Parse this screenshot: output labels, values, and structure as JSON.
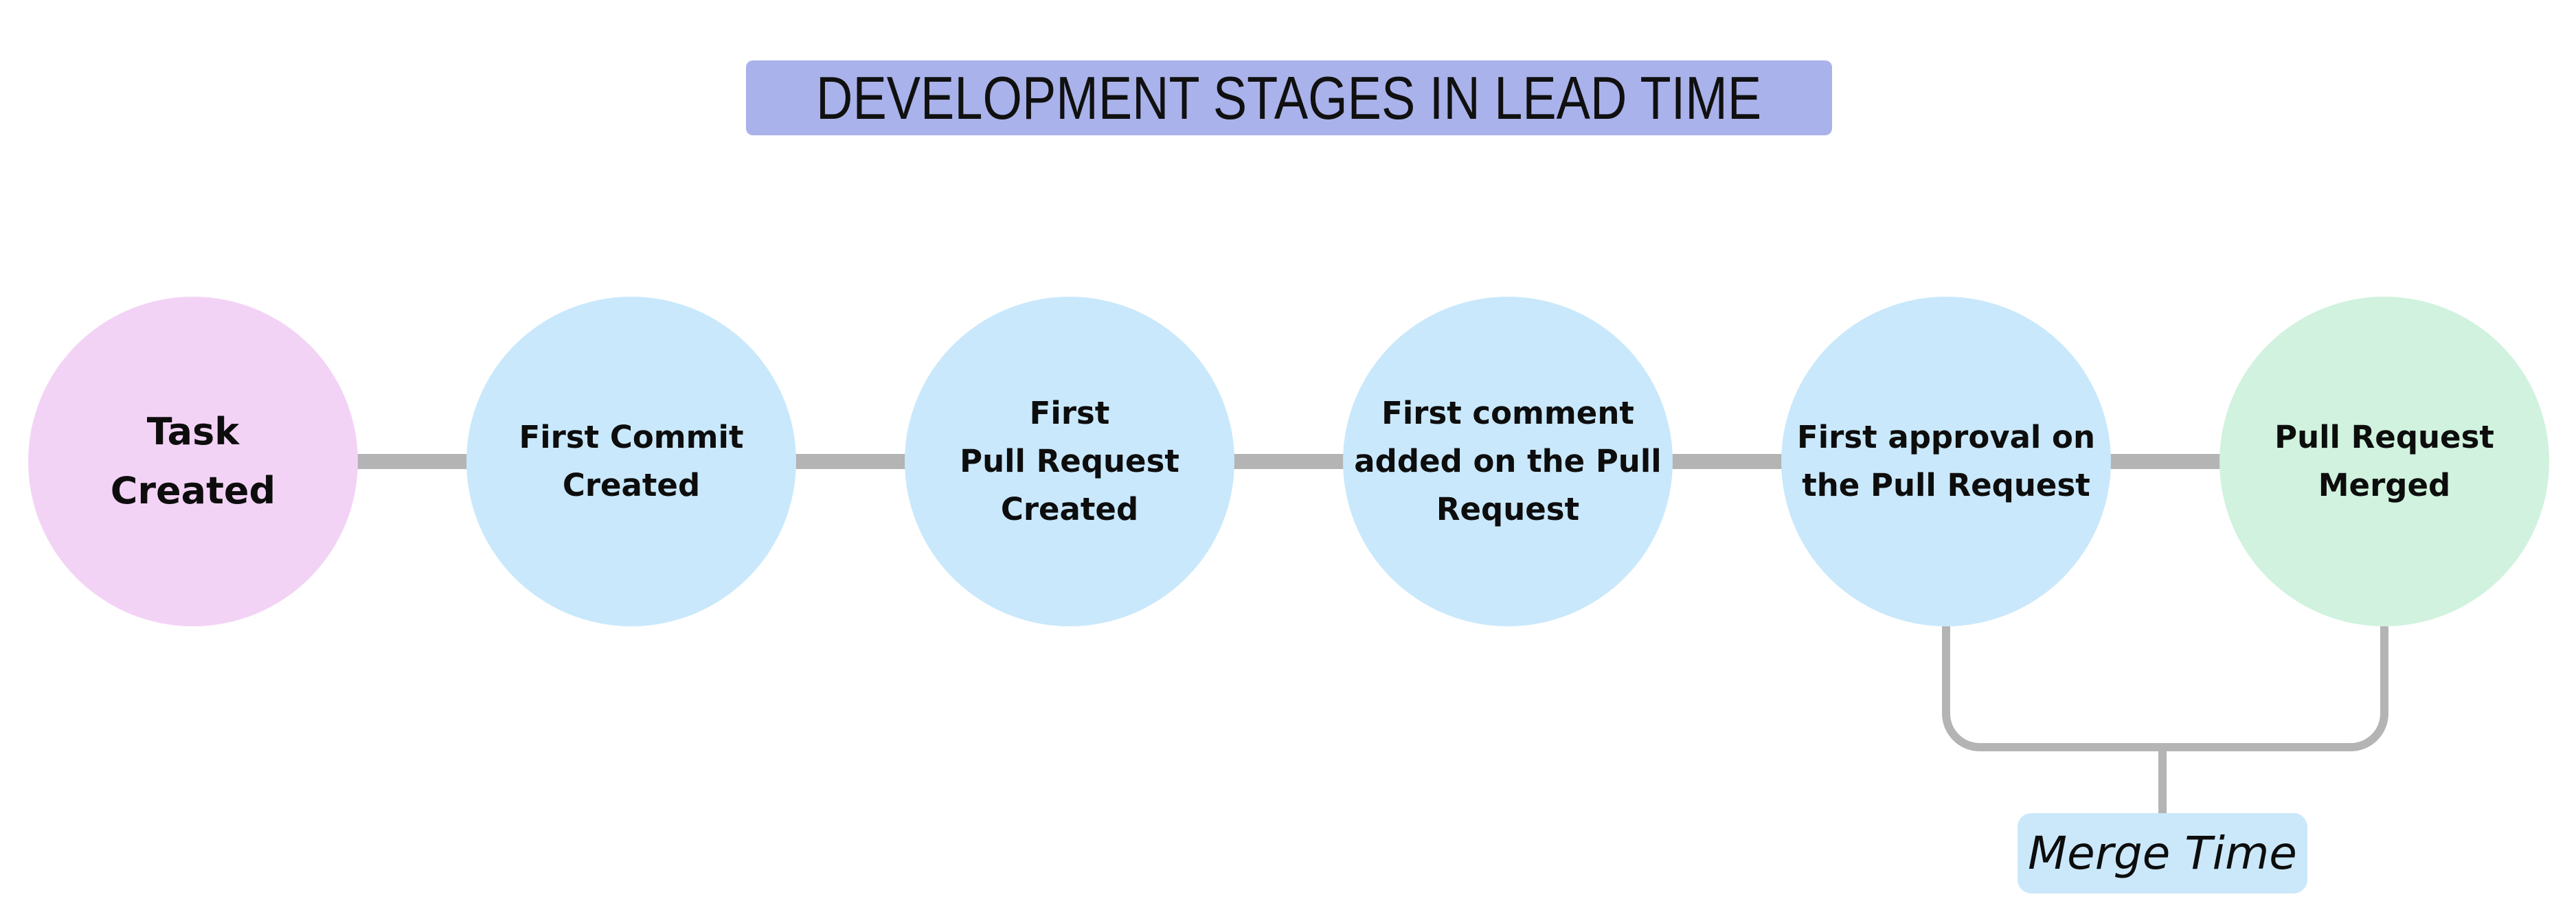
{
  "title": {
    "text": "DEVELOPMENT STAGES IN LEAD TIME",
    "bg_color": "#a9b2ea"
  },
  "stages": [
    {
      "lines": [
        "Task",
        "Created"
      ],
      "color": "#f3d3f5"
    },
    {
      "lines": [
        "First Commit",
        "Created"
      ],
      "color": "#c9e8fb"
    },
    {
      "lines": [
        "First",
        "Pull Request",
        "Created"
      ],
      "color": "#c9e8fb"
    },
    {
      "lines": [
        "First comment",
        "added on the Pull",
        "Request"
      ],
      "color": "#c9e8fb"
    },
    {
      "lines": [
        "First approval on",
        "the Pull Request"
      ],
      "color": "#c9e8fb"
    },
    {
      "lines": [
        "Pull Request",
        "Merged"
      ],
      "color": "#d0f2de"
    }
  ],
  "connector": {
    "color": "#b4b4b4"
  },
  "merge_annotation": {
    "label": "Merge Time",
    "bg_color": "#cbe8fb",
    "bracket_color": "#b4b4b4",
    "from_stage_index": 4,
    "to_stage_index": 5
  }
}
